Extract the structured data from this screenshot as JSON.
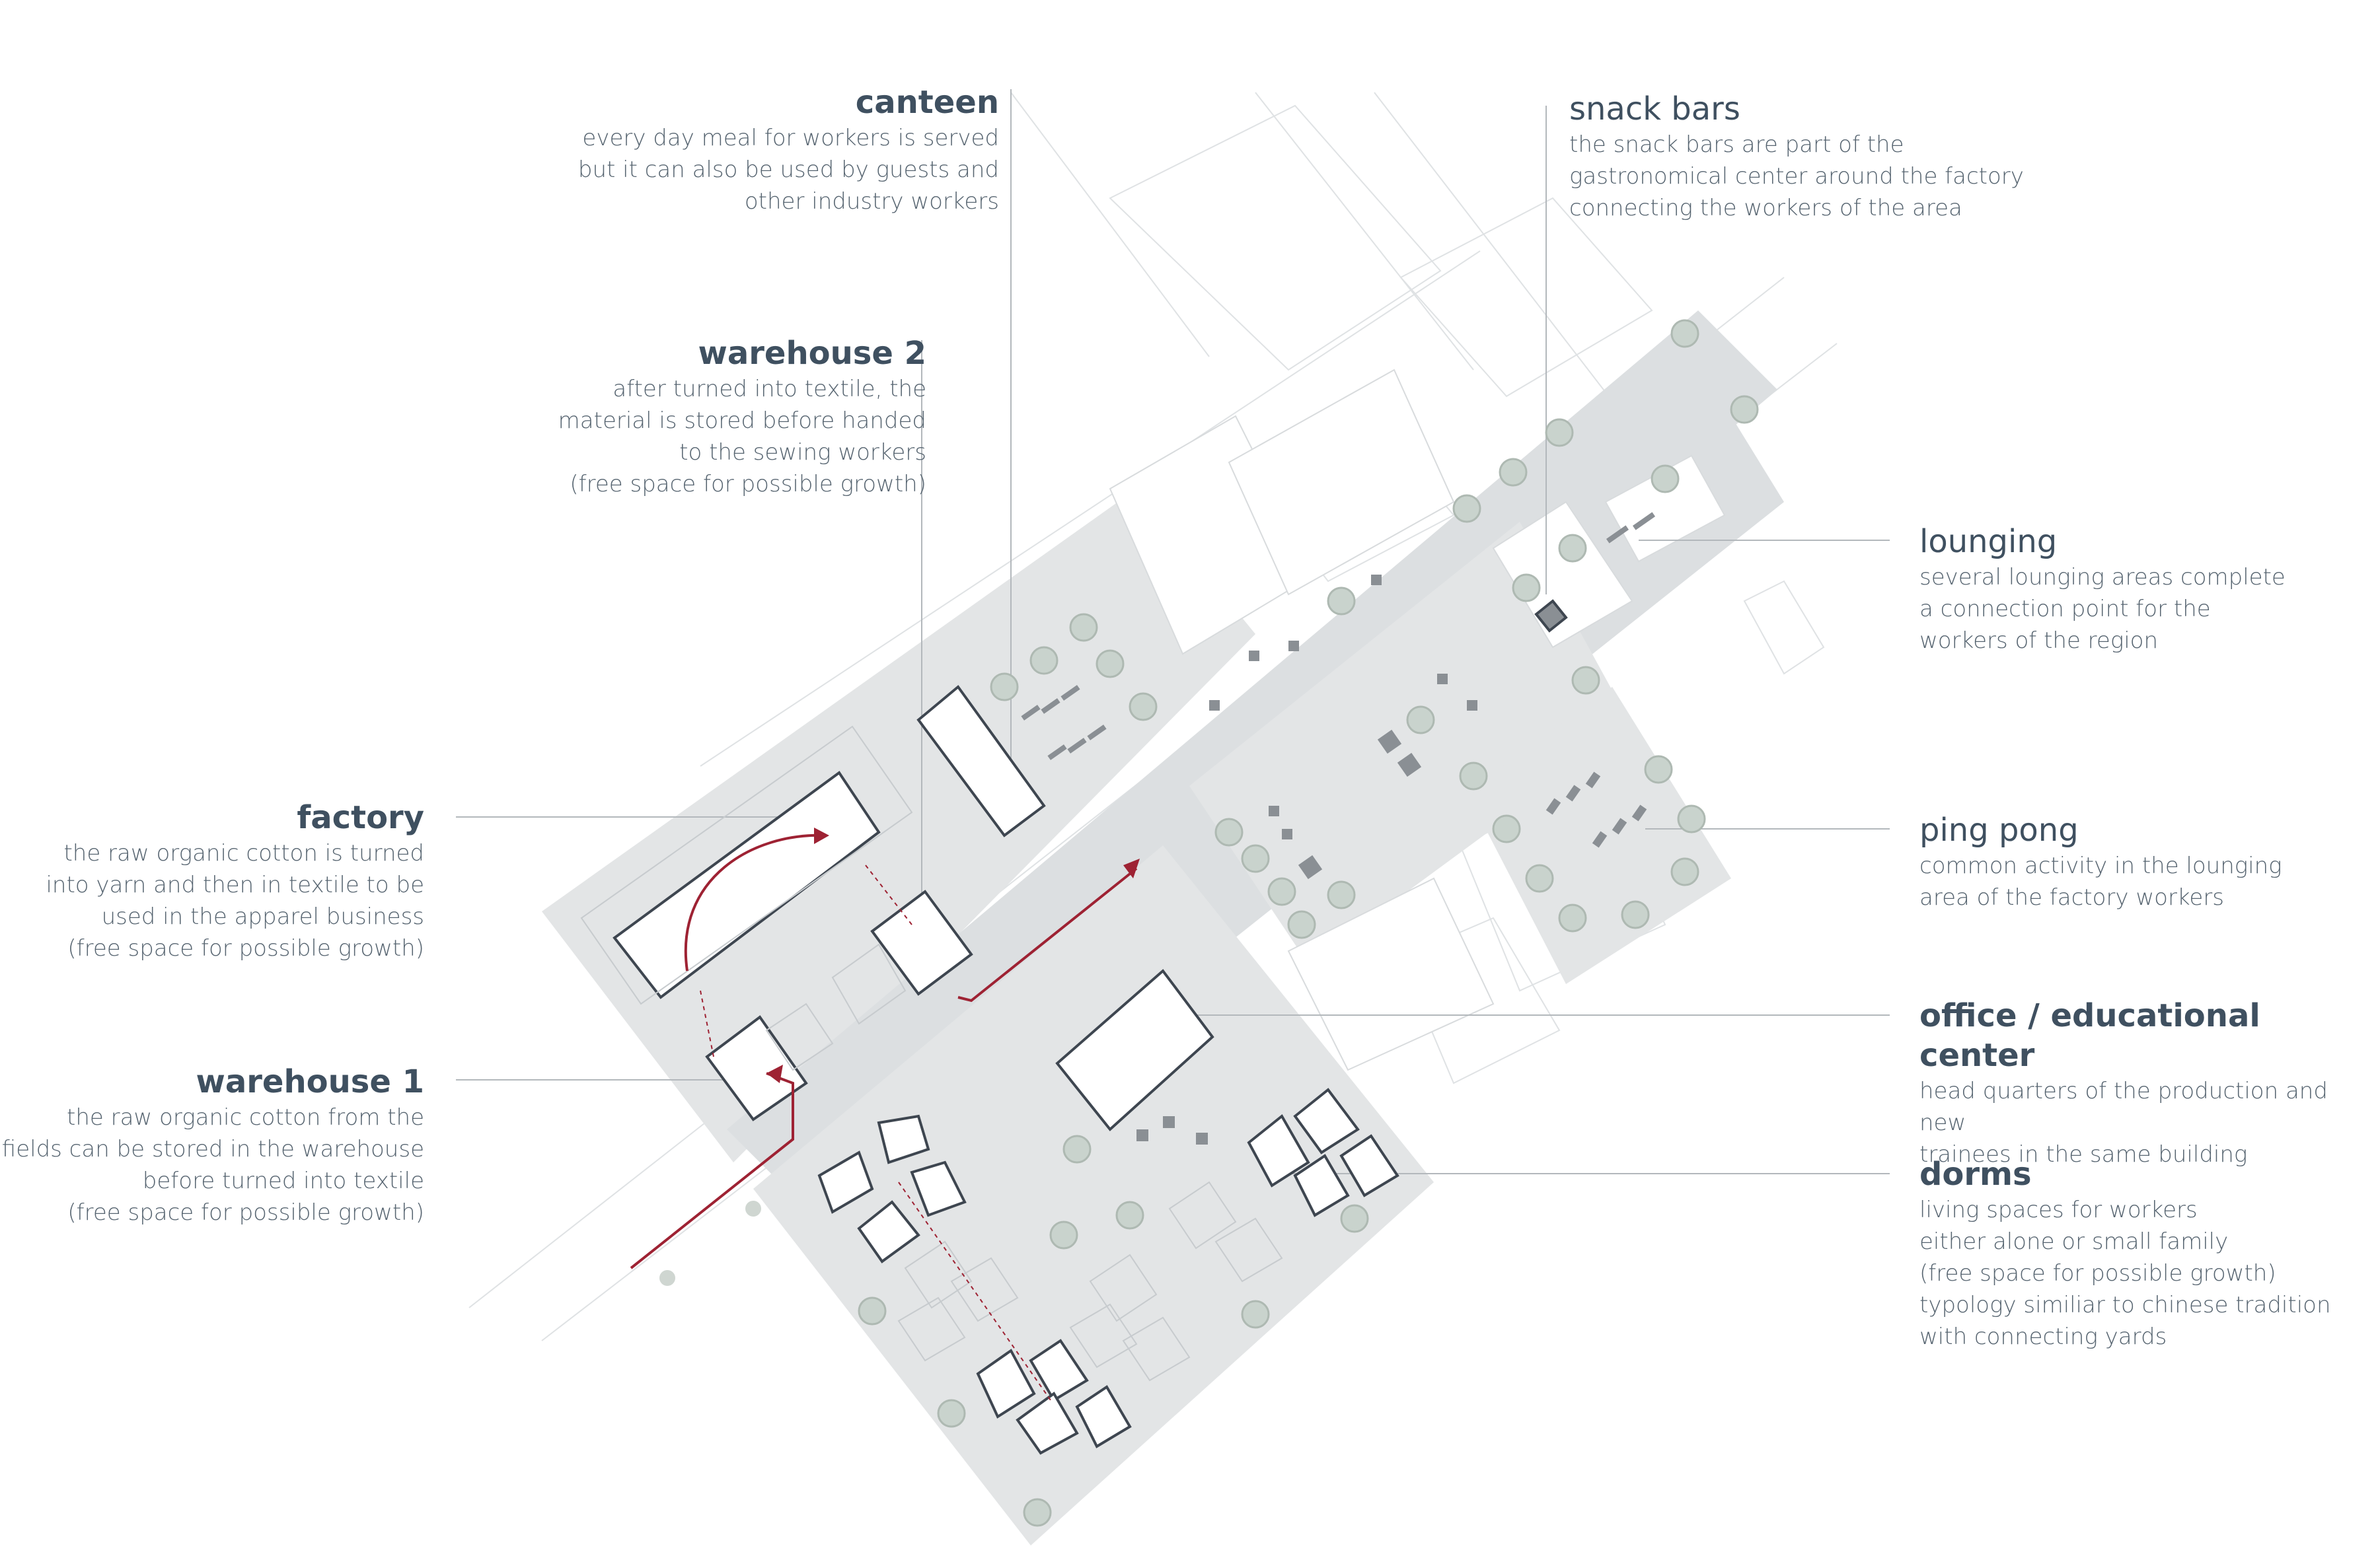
{
  "colors": {
    "ground": "#e3e5e6",
    "street": "#dcdfe1",
    "tree_fill": "#c9d3cd",
    "tree_ring": "#aeb9b2",
    "building_stroke": "#3e4650",
    "arrow": "#9e2233",
    "leader": "#b3b8bc",
    "ghost": "#d5d8da",
    "furniture": "#8a8f94"
  },
  "labels": {
    "canteen": {
      "title": "canteen",
      "lines": [
        "every day meal for workers is served",
        "but it can also be used by guests and",
        "other industry workers"
      ]
    },
    "warehouse2": {
      "title": "warehouse 2",
      "lines": [
        "after turned into textile, the",
        "material is stored before handed",
        "to the sewing workers",
        "(free space for possible growth)"
      ]
    },
    "factory": {
      "title": "factory",
      "lines": [
        "the raw organic cotton is turned",
        "into yarn and then in textile to be",
        "used in the apparel business",
        "(free space for possible growth)"
      ]
    },
    "warehouse1": {
      "title": "warehouse 1",
      "lines": [
        "the raw organic cotton from the",
        "fields can be stored in the warehouse",
        "before turned into textile",
        "(free space for possible growth)"
      ]
    },
    "snackbars": {
      "title": "snack bars",
      "lines": [
        "the snack bars are part of the",
        "gastronomical center around the factory",
        "connecting the workers of the area"
      ]
    },
    "lounging": {
      "title": "lounging",
      "lines": [
        "several lounging areas complete",
        "a connection point for the",
        "workers of the region"
      ]
    },
    "pingpong": {
      "title": "ping pong",
      "lines": [
        "common activity in the lounging",
        "area of the factory workers"
      ]
    },
    "office": {
      "title": "office / educational center",
      "lines": [
        "head quarters of the production and new",
        "trainees in the same building"
      ]
    },
    "dorms": {
      "title": "dorms",
      "lines": [
        "living spaces for workers",
        "either alone or small family",
        "(free space for possible growth)",
        "typology similiar to chinese tradition",
        "with connecting yards"
      ]
    }
  }
}
